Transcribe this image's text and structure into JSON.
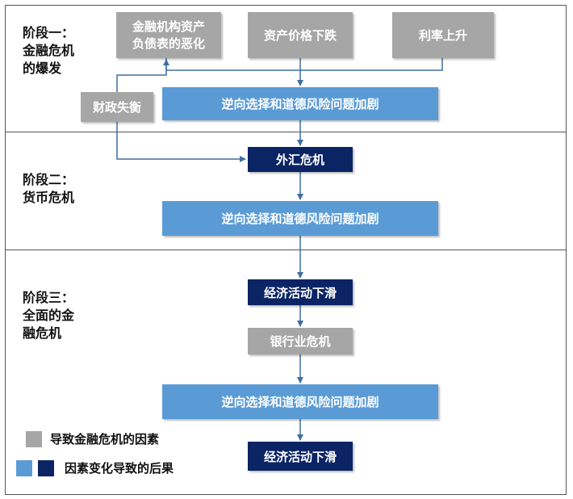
{
  "stages": {
    "stage1": [
      "阶段一：",
      "金融危机",
      "的爆发"
    ],
    "stage2": [
      "阶段二：",
      "货币危机"
    ],
    "stage3": [
      "阶段三：",
      "全面的金",
      "融危机"
    ]
  },
  "boxes": {
    "balance_sheet": [
      "金融机构资产",
      "负债表的恶化"
    ],
    "asset_price": "资产价格下跌",
    "interest_rate": "利率上升",
    "fiscal": "财政失衡",
    "adverse1": "逆向选择和道德风险问题加剧",
    "fx_crisis": "外汇危机",
    "adverse2": "逆向选择和道德风险问题加剧",
    "econ_decline1": "经济活动下滑",
    "bank_crisis": "银行业危机",
    "adverse3": "逆向选择和道德风险问题加剧",
    "econ_decline2": "经济活动下滑"
  },
  "legend": {
    "factor": "导致金融危机的因素",
    "consequence": "因素变化导致的后果"
  },
  "colors": {
    "factor_gray": "#a6a6a6",
    "consequence_light": "#5b9bd5",
    "consequence_dark": "#0a2464",
    "arrow": "#3e6fa3"
  }
}
